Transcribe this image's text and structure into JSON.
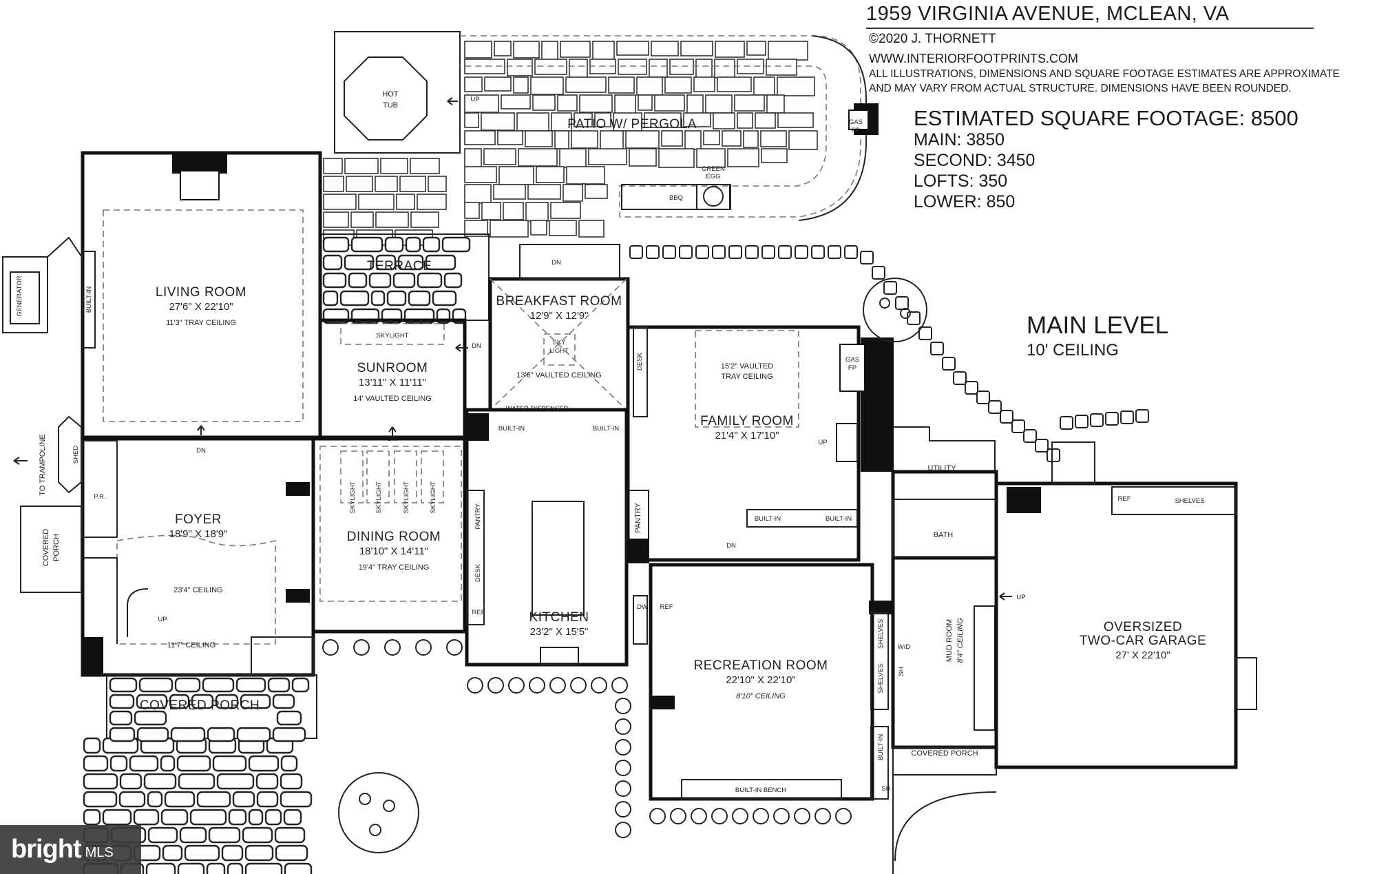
{
  "header": {
    "address": "1959 VIRGINIA AVENUE, MCLEAN, VA",
    "copyright": "©2020 J. THORNETT",
    "website": "WWW.INTERIORFOOTPRINTS.COM",
    "disclaimer_line1": "ALL ILLUSTRATIONS, DIMENSIONS AND SQUARE FOOTAGE ESTIMATES ARE APPROXIMATE",
    "disclaimer_line2": "AND MAY VARY FROM ACTUAL STRUCTURE. DIMENSIONS HAVE BEEN ROUNDED."
  },
  "square_footage": {
    "title": "ESTIMATED SQUARE FOOTAGE: 8500",
    "main": "MAIN: 3850",
    "second": "SECOND: 3450",
    "lofts": "LOFTS: 350",
    "lower": "LOWER: 850"
  },
  "level": {
    "name": "MAIN LEVEL",
    "ceiling": "10' CEILING"
  },
  "rooms": {
    "living_room": {
      "name": "LIVING ROOM",
      "dims": "27'6\" X 22'10\"",
      "note": "11'3\" TRAY CEILING"
    },
    "sunroom": {
      "name": "SUNROOM",
      "dims": "13'11\" X 11'11\"",
      "note": "14' VAULTED CEILING"
    },
    "breakfast_room": {
      "name": "BREAKFAST ROOM",
      "dims": "12'9\" X 12'9\"",
      "note": "13'6\" VAULTED CEILING"
    },
    "family_room": {
      "name": "FAMILY ROOM",
      "dims": "21'4\" X 17'10\"",
      "note": "15'2\" VAULTED",
      "note2": "TRAY CEILING"
    },
    "foyer": {
      "name": "FOYER",
      "dims": "18'9\" X 18'9\"",
      "note": "23'4\" CEILING",
      "note2": "11'7\" CEILING"
    },
    "dining_room": {
      "name": "DINING ROOM",
      "dims": "18'10\" X 14'11\"",
      "note": "19'4\" TRAY CEILING"
    },
    "kitchen": {
      "name": "KITCHEN",
      "dims": "23'2\" X 15'5\""
    },
    "recreation_room": {
      "name": "RECREATION ROOM",
      "dims": "22'10\" X 22'10\"",
      "note": "8'10\" CEILING"
    },
    "garage": {
      "name": "OVERSIZED",
      "name2": "TWO-CAR GARAGE",
      "dims": "27' X 22'10\""
    },
    "mud_room": {
      "name": "MUD ROOM",
      "note": "8'4\" CEILING"
    },
    "utility": {
      "name": "UTILITY"
    },
    "bath": {
      "name": "BATH"
    },
    "terrace": {
      "name": "TERRACE"
    },
    "patio": {
      "name": "PATIO W/ PERGOLA"
    },
    "covered_porch_front": {
      "name": "COVERED PORCH"
    },
    "covered_porch_side": {
      "name": "COVERED",
      "name2": "PORCH"
    },
    "covered_porch_mud": {
      "name": "COVERED PORCH"
    },
    "pr": {
      "name": "P.R."
    }
  },
  "fixtures": {
    "hot_tub": "HOT",
    "hot_tub2": "TUB",
    "gas_fp": "GAS",
    "gas_fp2": "FP",
    "fp": "FP",
    "green_egg": "GREEN",
    "green_egg2": "EGG",
    "bbq": "BBQ",
    "generator": "GENERATOR",
    "built_in": "BUILT-IN",
    "skylight": "SKYLIGHT",
    "sky": "SKY",
    "light": "LIGHT",
    "water_dispenser": "WATER DISPENSER",
    "desk": "DESK",
    "pantry": "PANTRY",
    "ref": "REF",
    "dw": "DW",
    "wd": "W/D",
    "sh": "SH",
    "shelves": "SHELVES",
    "built_in_bench": "BUILT-IN BENCH",
    "shed": "SHED",
    "to_trampoline": "TO TRAMPOLINE",
    "up": "UP",
    "dn": "DN"
  },
  "watermark": {
    "brand": "bright",
    "suffix": "MLS"
  }
}
